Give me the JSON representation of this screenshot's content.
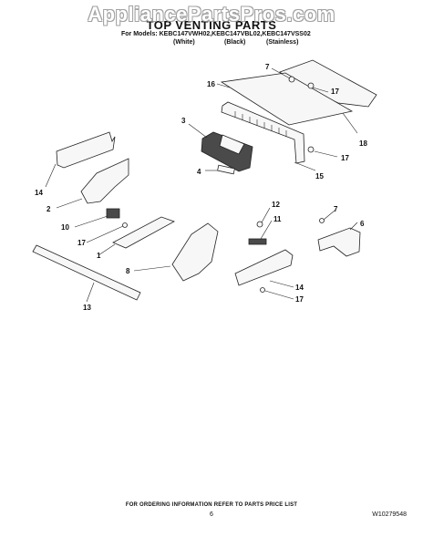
{
  "watermark": "AppliancePartsPros.com",
  "header": {
    "title": "TOP VENTING PARTS",
    "models": "For Models: KEBC147VWH02,KEBC147VBL02,KEBC147VSS02",
    "variants": [
      "(White)",
      "(Black)",
      "(Stainless)"
    ]
  },
  "callouts": [
    "1",
    "2",
    "3",
    "4",
    "6",
    "7",
    "8",
    "10",
    "11",
    "12",
    "13",
    "14",
    "15",
    "16",
    "17",
    "18"
  ],
  "footer": {
    "ordering_note": "FOR ORDERING INFORMATION REFER TO PARTS PRICE LIST",
    "page_number": "6",
    "document_number": "W10279548"
  },
  "colors": {
    "ink": "#111111",
    "watermark": "#9a9a9a",
    "background": "#ffffff"
  }
}
